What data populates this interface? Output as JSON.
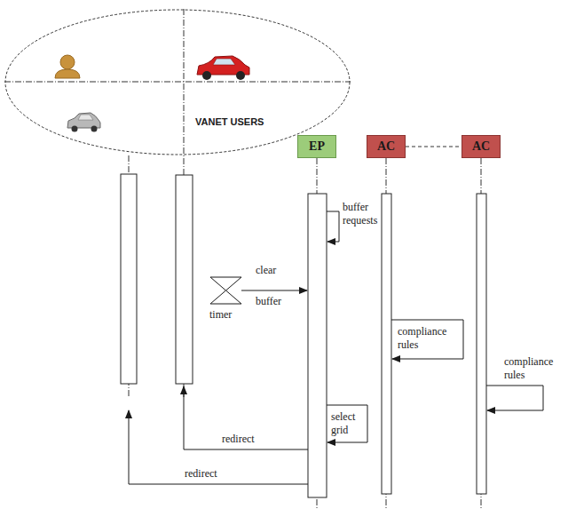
{
  "diagram": {
    "nodes": [
      {
        "text": [
          "VANET USERS"
        ]
      },
      {
        "text": [
          "EP"
        ]
      },
      {
        "text": [
          "AC"
        ]
      },
      {
        "text": [
          "AC"
        ]
      }
    ],
    "edges": [
      {
        "from": 2,
        "to": 3,
        "arrow": "none"
      }
    ],
    "labels": [
      "buffer requests",
      "clear",
      "buffer",
      "timer",
      "compliance rules",
      "compliance rules",
      "select grid",
      "redirect",
      "redirect"
    ]
  }
}
